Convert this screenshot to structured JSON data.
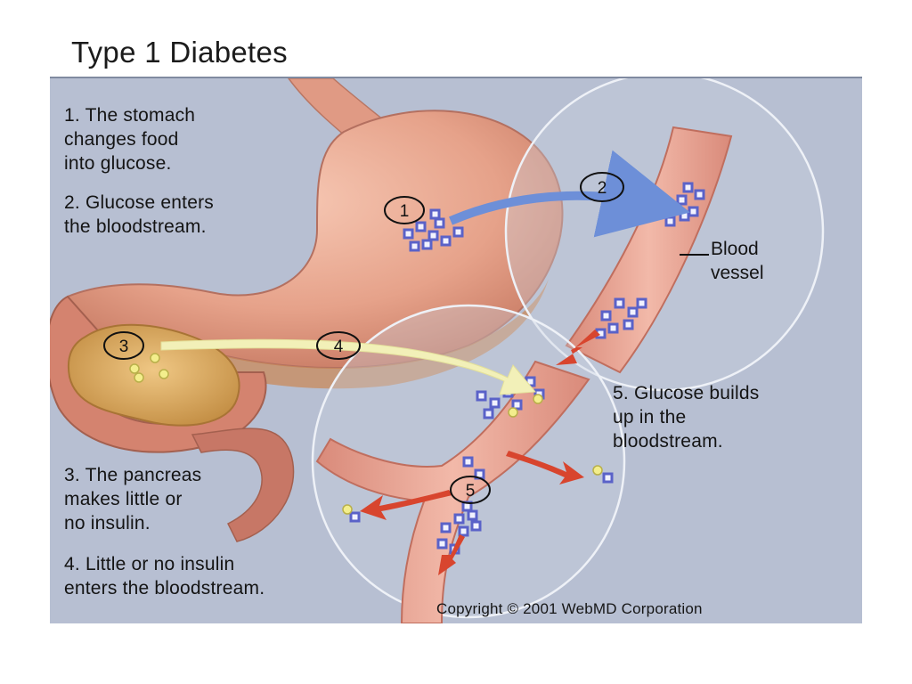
{
  "title": "Type 1 Diabetes",
  "steps": [
    {
      "number": "1",
      "text": "1. The stomach\nchanges food\ninto glucose."
    },
    {
      "number": "2",
      "text": "2. Glucose enters\nthe bloodstream."
    },
    {
      "number": "3",
      "text": "3. The pancreas\nmakes little or\nno insulin."
    },
    {
      "number": "4",
      "text": "4. Little or no insulin\nenters the bloodstream."
    },
    {
      "number": "5",
      "text": "5. Glucose builds\nup in the\nbloodstream."
    }
  ],
  "blood_vessel_label": "Blood\nvessel",
  "copyright": "Copyright © 2001 WebMD Corporation",
  "colors": {
    "background": "#b7bfd2",
    "stomach": "#e6a28a",
    "pancreas": "#d9a85c",
    "glucose": "#6a72d0",
    "insulin": "#e8e070",
    "arrow_blue": "#6d8fd8",
    "arrow_red": "#d8452e",
    "arrow_yellow": "#f2f0b8"
  }
}
